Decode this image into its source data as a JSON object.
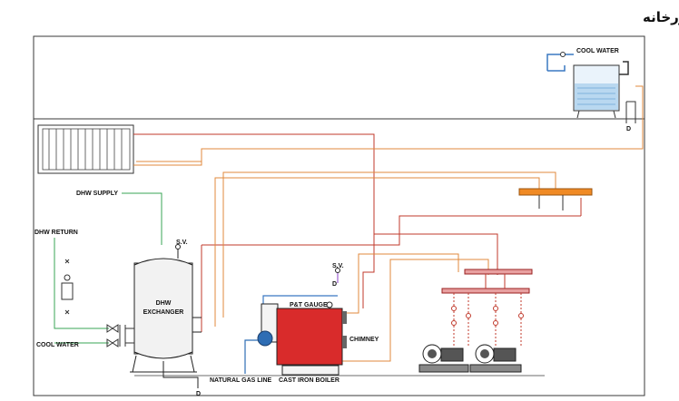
{
  "title": "نحوه نصب دیگ در موتورخانه",
  "labels": {
    "cool_water_top": "COOL WATER",
    "dhw_supply": "DHW SUPPLY",
    "dhw_return": "DHW RETURN",
    "sv_exchanger": "S.V.",
    "sv_boiler": "S.V.",
    "exchanger_line1": "DHW",
    "exchanger_line2": "EXCHANGER",
    "pt_gauge": "P&T GAUGE",
    "chimney": "CHIMNEY",
    "cool_water_left": "COOL WATER",
    "natural_gas_line": "NATURAL GAS LINE",
    "cast_iron_boiler": "CAST IRON BOILER"
  },
  "colors": {
    "frame": "#3a3a3a",
    "supply_pipe": "#c0392b",
    "return_pipe": "#e08a3c",
    "cold_pipe": "#3a78c2",
    "gas_pipe": "#2e6db4",
    "cool_water_green": "#3aa655",
    "boiler_red": "#d92b2b",
    "header_orange": "#f08a24",
    "pump_gray": "#555555",
    "vent_purple": "#8a3fc7"
  }
}
